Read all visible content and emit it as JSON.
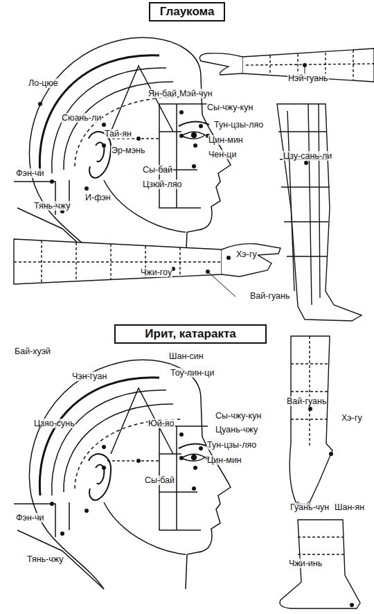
{
  "diagram": {
    "nodes": [
      {
        "text": [
          "Глаукома"
        ]
      },
      {
        "text": [
          "Ирит, катаракта"
        ]
      }
    ],
    "labels": [
      "Ло-цюе",
      "Сюань-ли",
      "Тай-ян",
      "Ян-бай",
      "Мэй-чун",
      "Сы-чжу-кун",
      "Тун-цзы-ляо",
      "Цин-мин",
      "Чен-ци",
      "Эр-мэнь",
      "Сы-бай",
      "Цзюй-ляо",
      "Фэн-чи",
      "И-фэн",
      "Тянь-чжу",
      "Нэй-гуань",
      "Цзу-сань-ли",
      "Хэ-гу",
      "Чжи-гоу",
      "Вай-гуань",
      "Бай-хуэй",
      "Шан-син",
      "Чэн-гуан",
      "Тоу-лин-ци",
      "Вай-гуань",
      "Хэ-гу",
      "Юй-яо",
      "Сы-чжу-кун",
      "Цуань-чжу",
      "Тун-цзы-ляо",
      "Цин-мин",
      "Цзяо-сунь",
      "Сы-бай",
      "Фэн-чи",
      "Тянь-чжу",
      "Гуань-чун",
      "Шан-ян",
      "Чжи-инь"
    ]
  }
}
